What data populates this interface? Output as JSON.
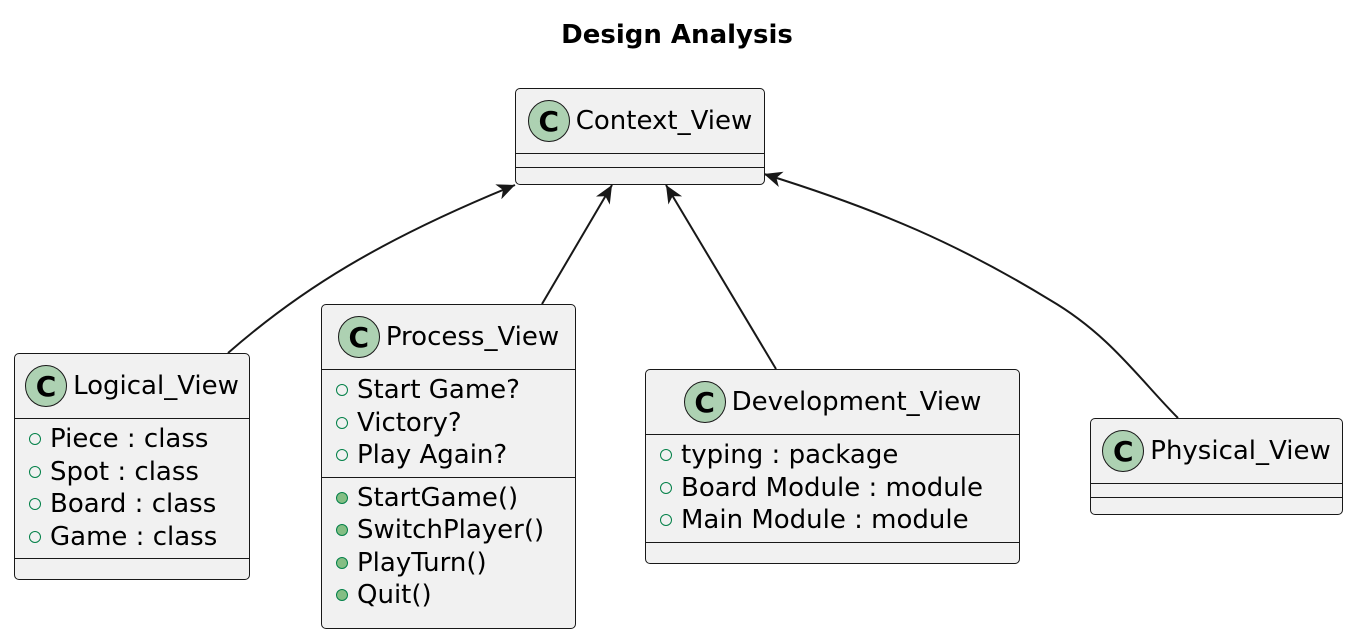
{
  "title": "Design Analysis",
  "classes": {
    "context": {
      "name": "Context_View",
      "icon": "C"
    },
    "logical": {
      "name": "Logical_View",
      "icon": "C",
      "attributes": [
        "Piece : class",
        "Spot : class",
        "Board : class",
        "Game : class"
      ]
    },
    "process": {
      "name": "Process_View",
      "icon": "C",
      "attributes": [
        "Start Game?",
        "Victory?",
        "Play Again?"
      ],
      "methods": [
        "StartGame()",
        "SwitchPlayer()",
        "PlayTurn()",
        "Quit()"
      ]
    },
    "development": {
      "name": "Development_View",
      "icon": "C",
      "attributes": [
        "typing : package",
        "Board Module : module",
        "Main Module : module"
      ]
    },
    "physical": {
      "name": "Physical_View",
      "icon": "C"
    }
  },
  "colors": {
    "class_fill": "#f1f1f1",
    "class_icon": "#add1b2",
    "border": "#181818",
    "public_marker": "#038048",
    "method_marker_fill": "#84be84"
  }
}
